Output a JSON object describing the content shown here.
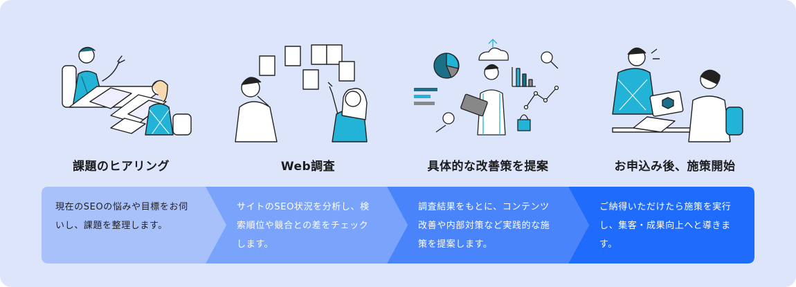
{
  "steps": [
    {
      "title": "課題のヒアリング",
      "description": "現在のSEOの悩みや目標をお伺いし、課題を整理します。",
      "illustration": "consultation-meeting-illustration"
    },
    {
      "title": "Web調査",
      "description": "サイトのSEO状況を分析し、検索順位や競合との差をチェックします。",
      "illustration": "web-research-illustration"
    },
    {
      "title": "具体的な改善策を提案",
      "description": "調査結果をもとに、コンテンツ改善や内部対策など実践的な施策を提案します。",
      "illustration": "improvement-proposal-illustration"
    },
    {
      "title": "お申込み後、施策開始",
      "description": "ご納得いただけたら施策を実行し、集客・成果向上へと導きます。",
      "illustration": "contract-start-illustration"
    }
  ],
  "colors": {
    "panel_bg": "#dde5fb",
    "segment_1": "#a9c1fb",
    "segment_2": "#7aa3fb",
    "segment_3": "#4a84fb",
    "segment_4": "#1f6bfb",
    "accent_teal": "#22b3d6",
    "ink": "#1c1c1c"
  }
}
